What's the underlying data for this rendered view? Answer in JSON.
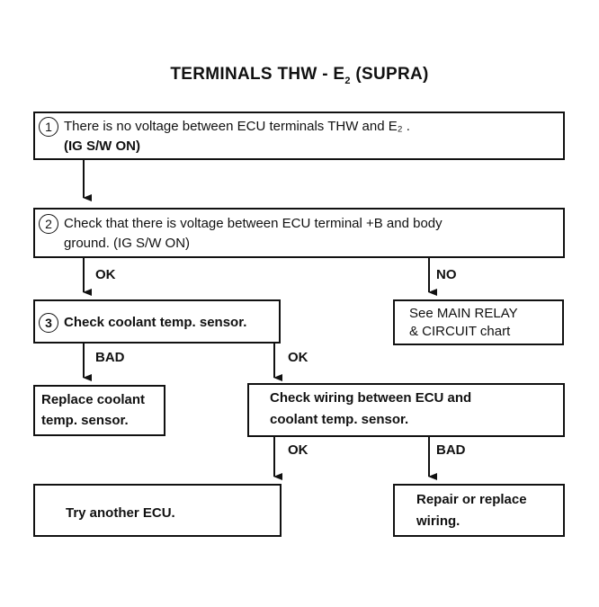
{
  "title_main": "TERMINALS THW - E",
  "title_sub": "2",
  "title_tail": " (SUPRA)",
  "step1": {
    "num": "1",
    "line1": "There is no voltage between ECU terminals THW and E₂ .",
    "line2": "(IG S/W ON)"
  },
  "step2": {
    "num": "2",
    "line1": "Check that there is voltage between ECU terminal +B and body",
    "line2": "ground. (IG S/W ON)"
  },
  "label_ok_1": "OK",
  "label_no": "NO",
  "step3": {
    "num": "3",
    "text": "Check coolant temp. sensor."
  },
  "main_relay": {
    "line1": "See MAIN RELAY",
    "line2": "& CIRCUIT chart"
  },
  "label_bad_1": "BAD",
  "label_ok_2": "OK",
  "replace_sensor": {
    "line1": "Replace coolant",
    "line2": "temp. sensor."
  },
  "check_wiring": {
    "line1": "Check wiring between ECU and",
    "line2": "coolant temp. sensor."
  },
  "label_ok_3": "OK",
  "label_bad_2": "BAD",
  "try_ecu": "Try another ECU.",
  "repair_wiring": {
    "line1": "Repair or replace",
    "line2": "wiring."
  }
}
